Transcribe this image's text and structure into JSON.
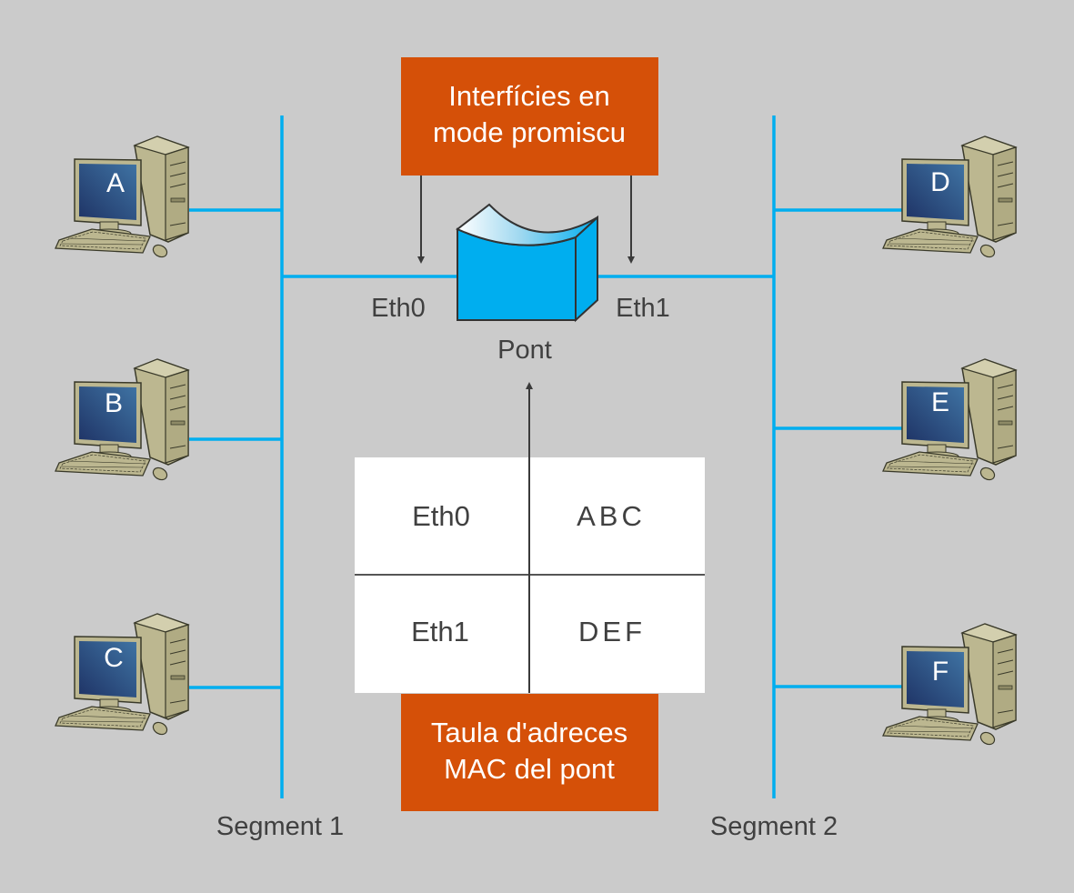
{
  "callouts": {
    "promiscuous": {
      "line1": "Interfícies en",
      "line2": "mode promiscu"
    },
    "mac_table": {
      "line1": "Taula d'adreces",
      "line2": "MAC del pont"
    }
  },
  "bridge": {
    "label": "Pont",
    "left_port": "Eth0",
    "right_port": "Eth1"
  },
  "segments": {
    "left": "Segment 1",
    "right": "Segment 2"
  },
  "computers": {
    "left": [
      "A",
      "B",
      "C"
    ],
    "right": [
      "D",
      "E",
      "F"
    ]
  },
  "mac_table": {
    "rows": [
      {
        "interface": "Eth0",
        "hosts": "ABC"
      },
      {
        "interface": "Eth1",
        "hosts": "DEF"
      }
    ]
  },
  "colors": {
    "background": "#cbcbcb",
    "network_line": "#00aeef",
    "callout_fill": "#d55008",
    "text": "#404040",
    "bridge_fill": "#00aeef",
    "screen": "#2a4a80",
    "pc_beige": "#b9b48e"
  }
}
